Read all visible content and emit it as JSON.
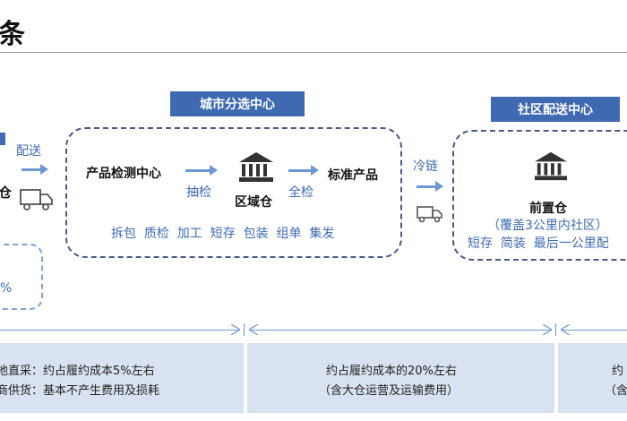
{
  "title_partial": "条",
  "left": {
    "distribution_label": "配送",
    "warehouse_partial": "仓",
    "box_text_partial": "%"
  },
  "city_center": {
    "label": "城市分选中心",
    "product_inspection": "产品检测中心",
    "sampling": "抽检",
    "regional_warehouse": "区域仓",
    "full_inspection": "全检",
    "standard_product": "标准产品",
    "operations": "拆包  质检  加工  短存  包装  组单  集发"
  },
  "cold_chain": "冷链",
  "community_center": {
    "label": "社区配送中心",
    "front_warehouse": "前置仓",
    "coverage": "（覆盖3公里内社区）",
    "operations": "短存  简装  最后一公里配"
  },
  "cost_panels": {
    "left_line1": "地直采：约占履约成本5%左右",
    "left_line2": "商供货：基本不产生费用及损耗",
    "middle_line1": "约占履约成本的20%左右",
    "middle_line2": "（含大仓运营及运输费用）",
    "right_line1": "约",
    "right_line2": "（含"
  },
  "colors": {
    "label_bg": "#3f6ab2",
    "dashed_border": "#4a5a86",
    "arrow": "#6f97d3",
    "panel_bg": "#d9e2f0"
  }
}
